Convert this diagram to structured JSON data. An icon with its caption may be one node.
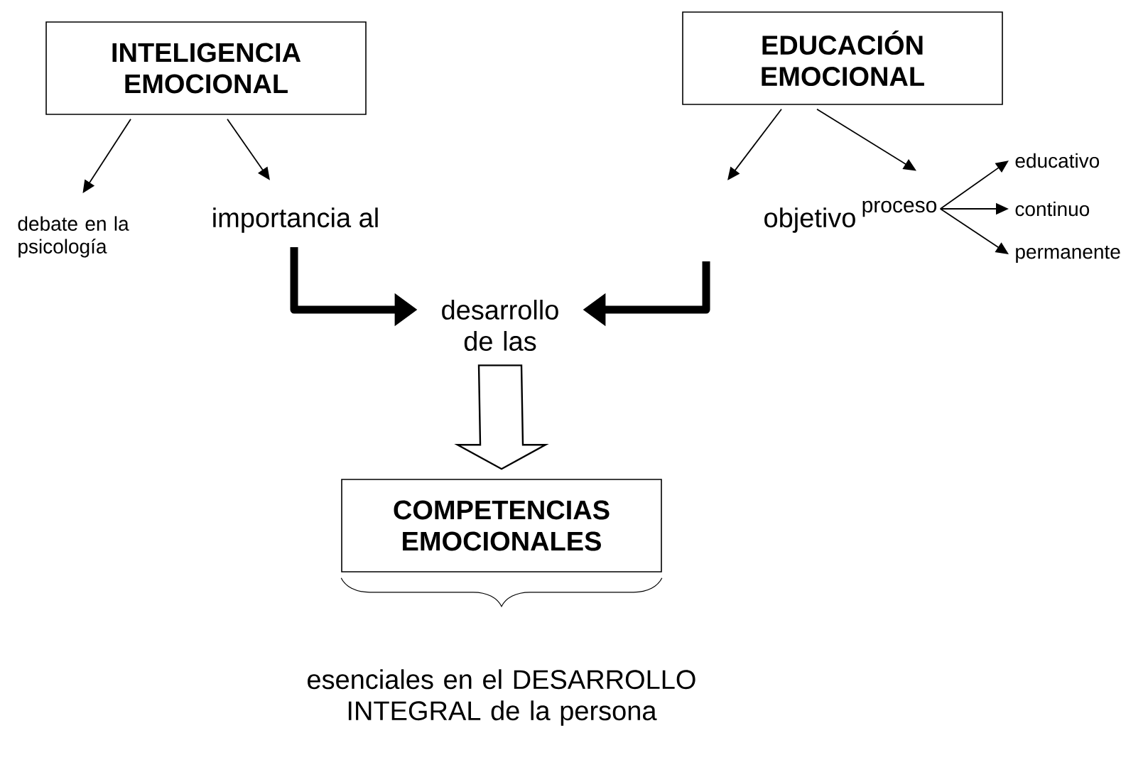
{
  "diagram": {
    "nodes": [
      {
        "text": [
          "INTELIGENCIA EMOCIONAL"
        ]
      },
      {
        "text": [
          "EDUCACIÓN EMOCIONAL"
        ]
      },
      {
        "text": [
          "debate en la psicología"
        ]
      },
      {
        "text": [
          "importancia al"
        ]
      },
      {
        "text": [
          "objetivo"
        ]
      },
      {
        "text": [
          "proceso"
        ]
      },
      {
        "text": [
          "educativo"
        ]
      },
      {
        "text": [
          "continuo"
        ]
      },
      {
        "text": [
          "permanente"
        ]
      },
      {
        "text": [
          "desarrollo de las"
        ]
      },
      {
        "text": [
          "COMPETENCIAS EMOCIONALES"
        ],
        "beside": [
          "esenciales en el DESARROLLO INTEGRAL de la persona"
        ]
      }
    ],
    "edges": [
      {
        "from": 0,
        "to": 2,
        "arrow": "to"
      },
      {
        "from": 0,
        "to": 3,
        "arrow": "to"
      },
      {
        "from": 1,
        "to": 4,
        "arrow": "to"
      },
      {
        "from": 1,
        "to": 5,
        "arrow": "to"
      },
      {
        "from": 5,
        "to": 6,
        "arrow": "to"
      },
      {
        "from": 5,
        "to": 7,
        "arrow": "to"
      },
      {
        "from": 5,
        "to": 8,
        "arrow": "to"
      },
      {
        "from": 3,
        "to": 9,
        "arrow": "to",
        "style": "thick"
      },
      {
        "from": 4,
        "to": 9,
        "arrow": "to",
        "style": "thick"
      },
      {
        "from": 9,
        "to": 10,
        "arrow": "to",
        "style": "thick"
      }
    ]
  }
}
